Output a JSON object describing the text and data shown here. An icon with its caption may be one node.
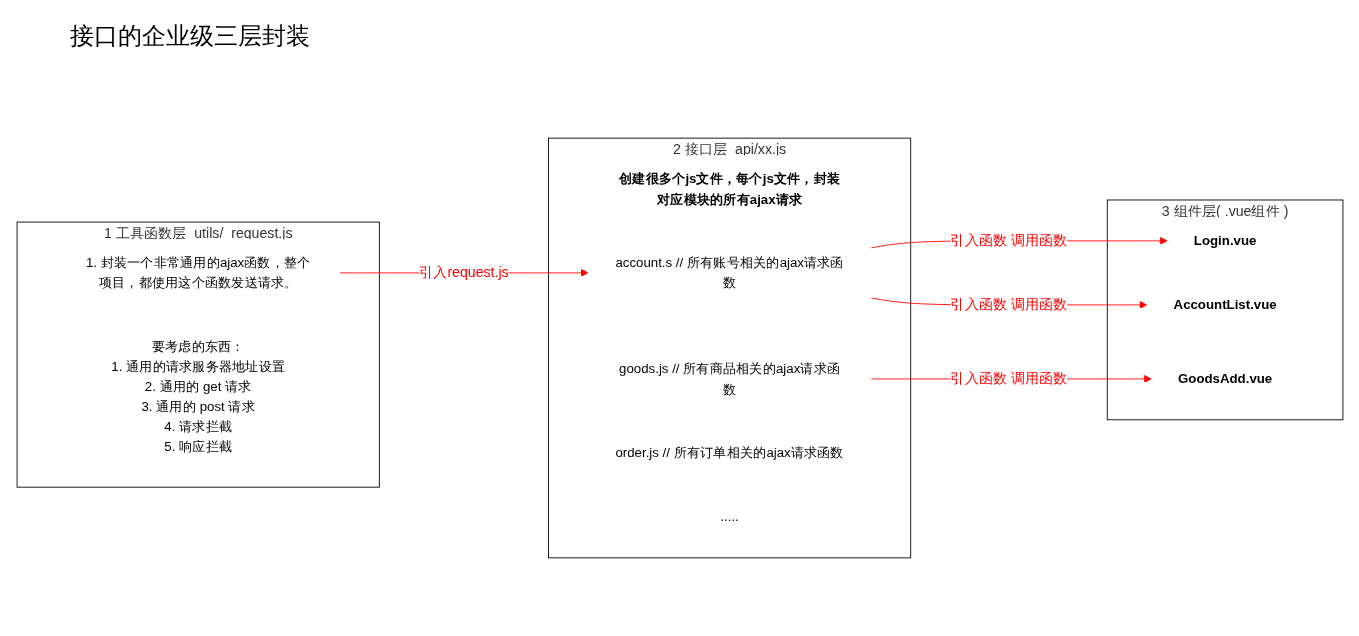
{
  "diagram": {
    "title": "接口的企业级三层封装",
    "nodes": [
      {
        "text": [
          "1 工具函数层"
        ],
        "beside": [
          "utils/",
          "request.js"
        ]
      },
      {
        "text": [
          "1. 封装一个非常通用的ajax函数，整个项目，都使用这个函数发送请求。"
        ],
        "in": 0
      },
      {
        "text": [
          "要考虑的东西：",
          "1. 通用的请求服务器地址设置",
          "2. 通用的 get 请求",
          "3. 通用的 post 请求",
          "4. 请求拦截",
          "5. 响应拦截"
        ],
        "in": 0
      },
      {
        "text": [
          "2 接口层"
        ],
        "beside": [
          "api/xx.js"
        ]
      },
      {
        "text": [
          "创建很多个js文件，每个js文件，封装对应模块的所有ajax请求"
        ],
        "in": 3
      },
      {
        "text": [
          "account.s // 所有账号相关的ajax请求函数"
        ],
        "in": 3
      },
      {
        "text": [
          "goods.js // 所有商品相关的ajax请求函数"
        ],
        "in": 3
      },
      {
        "text": [
          "order.js // 所有订单相关的ajax请求函数"
        ],
        "in": 3
      },
      {
        "text": [
          "....."
        ],
        "in": 3
      },
      {
        "text": [
          "3 组件层( .vue组件 )"
        ]
      },
      {
        "text": [
          "Login.vue"
        ],
        "in": 9
      },
      {
        "text": [
          "AccountList.vue"
        ],
        "in": 9
      },
      {
        "text": [
          "GoodsAdd.vue"
        ],
        "in": 9
      }
    ],
    "edges": [
      {
        "from": 1,
        "to": 5,
        "arrow": "to",
        "label": "引入request.js"
      },
      {
        "from": 5,
        "to": 10,
        "arrow": "to",
        "label": "引入函数 调用函数"
      },
      {
        "from": 5,
        "to": 11,
        "arrow": "to",
        "label": "引入函数 调用函数"
      },
      {
        "from": 6,
        "to": 12,
        "arrow": "to",
        "label": "引入函数 调用函数"
      }
    ]
  }
}
